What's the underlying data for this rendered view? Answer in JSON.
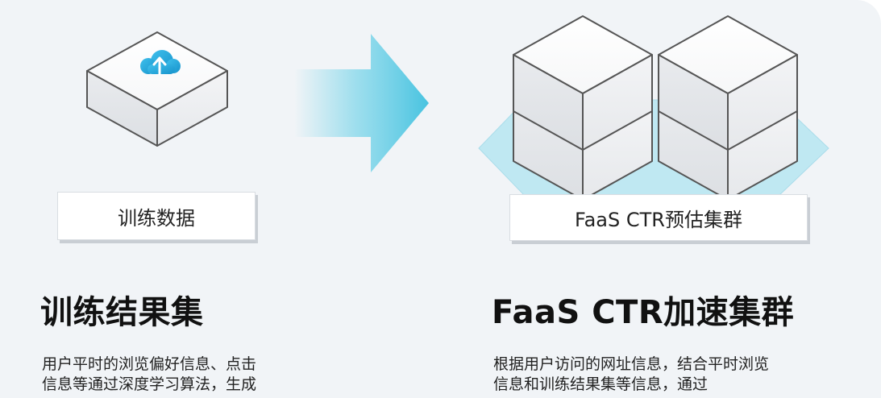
{
  "left": {
    "box_label": "训练数据",
    "heading": "训练结果集",
    "desc_lines": [
      "用户平时的浏览偏好信息、点击",
      "信息等通过深度学习算法，生成"
    ]
  },
  "right": {
    "box_label": "FaaS CTR预估集群",
    "heading": "FaaS CTR加速集群",
    "desc_lines": [
      "根据用户访问的网址信息，结合平时浏览",
      "信息和训练结果集等信息，通过"
    ]
  },
  "icons": {
    "cloud": "cloud-upload-icon"
  },
  "colors": {
    "accent": "#2aa6d8",
    "arrow": "#5ccde6",
    "hexagon": "#bfe8f2",
    "cube_face": "#ffffff",
    "cube_edge": "#555555"
  }
}
